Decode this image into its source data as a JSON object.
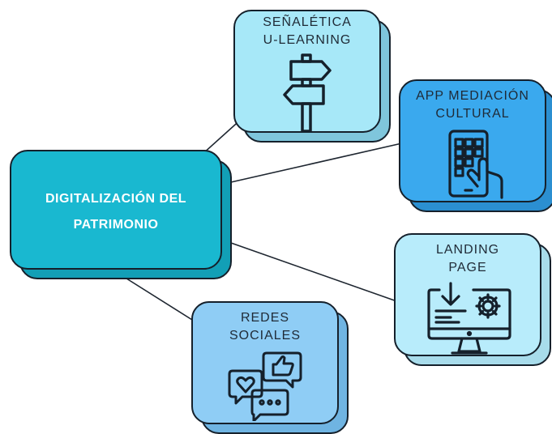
{
  "central": {
    "line1": "DIGITALIZACIÓN DEL",
    "line2": "PATRIMONIO",
    "color": "#19b8d0"
  },
  "nodes": {
    "senaletica": {
      "line1": "SEÑALÉTICA",
      "line2": "U-LEARNING",
      "color": "#a7e8f8",
      "shadow_color": "#7fc6dc",
      "icon": "signpost-icon"
    },
    "app": {
      "line1": "APP MEDIACIÓN",
      "line2": "CULTURAL",
      "color": "#3aa9ee",
      "shadow_color": "#2b8fd1",
      "icon": "tablet-touch-icon"
    },
    "landing": {
      "line1": "LANDING",
      "line2": "PAGE",
      "color": "#b8ecfb",
      "shadow_color": "#a8dceb",
      "icon": "monitor-download-gear-icon"
    },
    "redes": {
      "line1": "REDES",
      "line2": "SOCIALES",
      "color": "#8fcdf5",
      "shadow_color": "#6fb4e2",
      "icon": "social-chat-icon"
    }
  },
  "line_color": "#1e2630"
}
